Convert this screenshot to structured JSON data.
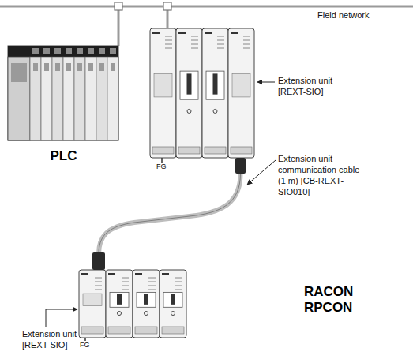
{
  "diagram": {
    "nodes": [
      {
        "text": [
          "PLC"
        ]
      },
      {
        "text": [
          "RACON RPCON"
        ]
      }
    ],
    "labels": [
      "Field network",
      "Extension unit [REXT-SIO]",
      "Extension unit communication cable (1 m) [CB-REXT-SIO010]",
      "FG",
      "FG",
      "Extension unit [REXT-SIO]"
    ]
  }
}
